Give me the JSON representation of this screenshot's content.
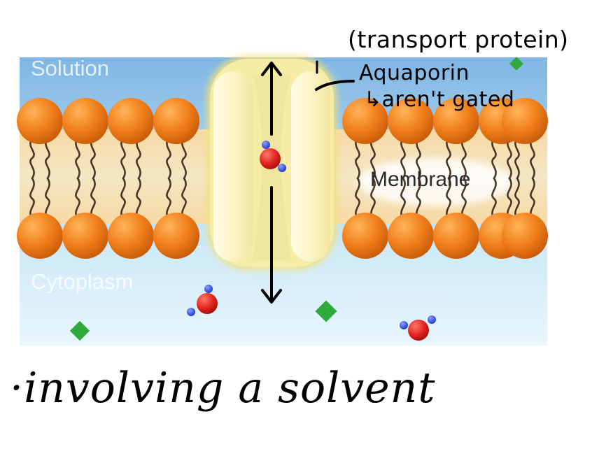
{
  "diagram": {
    "labels": {
      "solution": "Solution",
      "cytoplasm": "Cytoplasm",
      "membrane": "Membrane"
    },
    "annotations": {
      "transport_protein": "(transport protein)",
      "aquaporin": "Aquaporin",
      "not_gated": "↳aren't gated",
      "involving_solvent": "·involving a solvent"
    },
    "colors": {
      "solution_top": "#7fb6e4",
      "cytoplasm": "#d5eefa",
      "lipid_head": "#f07f1a",
      "protein": "#fbf4c8",
      "protein_glow": "#f1e07c",
      "oxygen": "#e0231e",
      "hydrogen": "#2546d8",
      "solute": "#2faa3c"
    },
    "icons": [
      "water-molecule-icon",
      "solute-particle-icon",
      "double-headed-arrow-icon"
    ]
  }
}
